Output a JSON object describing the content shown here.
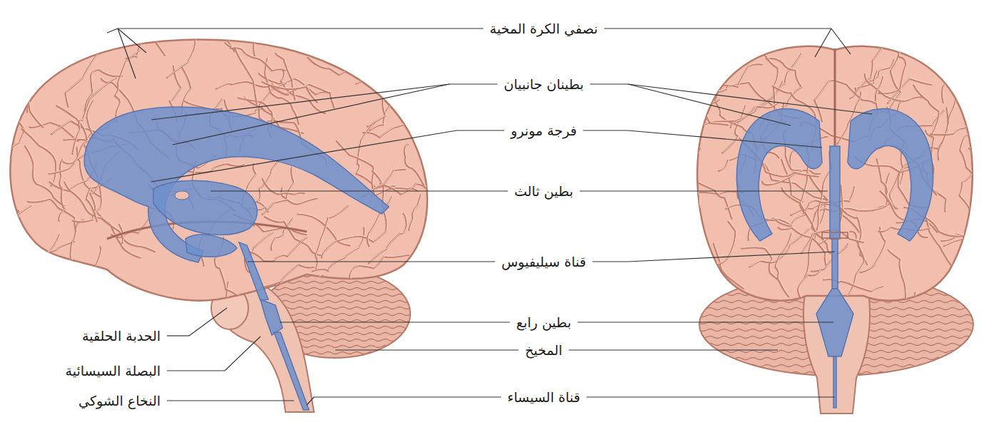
{
  "diagram": {
    "labels": [
      "نصفي الكرة المخية",
      "بطينان جانبيان",
      "فرجة مونرو",
      "بطين ثالث",
      "قناة سيليفيوس",
      "بطين رابع",
      "المخيخ",
      "قناة السيساء",
      "الحدبة الحلقية",
      "البصلة السيسائية",
      "النخاع الشوكي"
    ]
  }
}
